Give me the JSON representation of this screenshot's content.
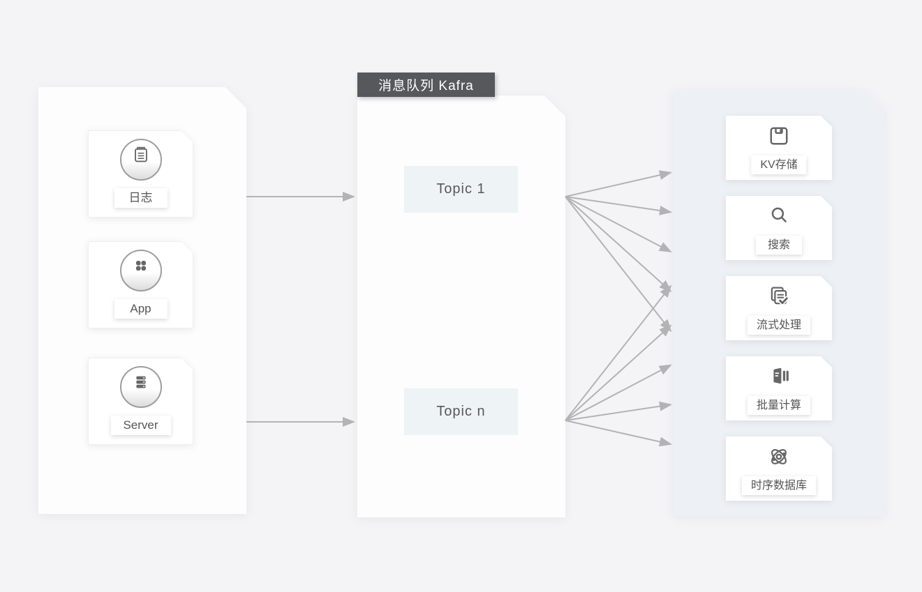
{
  "title": {
    "label": "消息队列 Kafra"
  },
  "producers": {
    "items": [
      {
        "label": "日志",
        "icon": "notepad-icon"
      },
      {
        "label": "App",
        "icon": "app-grid-icon"
      },
      {
        "label": "Server",
        "icon": "server-stack-icon"
      }
    ]
  },
  "queue": {
    "topics": [
      {
        "label": "Topic 1"
      },
      {
        "label": "Topic n"
      }
    ]
  },
  "consumers": {
    "items": [
      {
        "label": "KV存储",
        "icon": "floppy-disk-icon"
      },
      {
        "label": "搜索",
        "icon": "search-icon"
      },
      {
        "label": "流式处理",
        "icon": "stream-check-icon"
      },
      {
        "label": "批量计算",
        "icon": "batch-compute-icon"
      },
      {
        "label": "时序数据库",
        "icon": "atom-icon"
      }
    ]
  },
  "colors": {
    "page_bg": "#f4f4f6",
    "panel_bg": "#fdfdfe",
    "consumer_panel_bg": "#edf0f4",
    "topic_bg": "#eef3f5",
    "title_bg": "#57585c",
    "title_color": "#ffffff",
    "arrow": "#b3b3b6",
    "icon": "#666666",
    "label_color": "#555555"
  }
}
